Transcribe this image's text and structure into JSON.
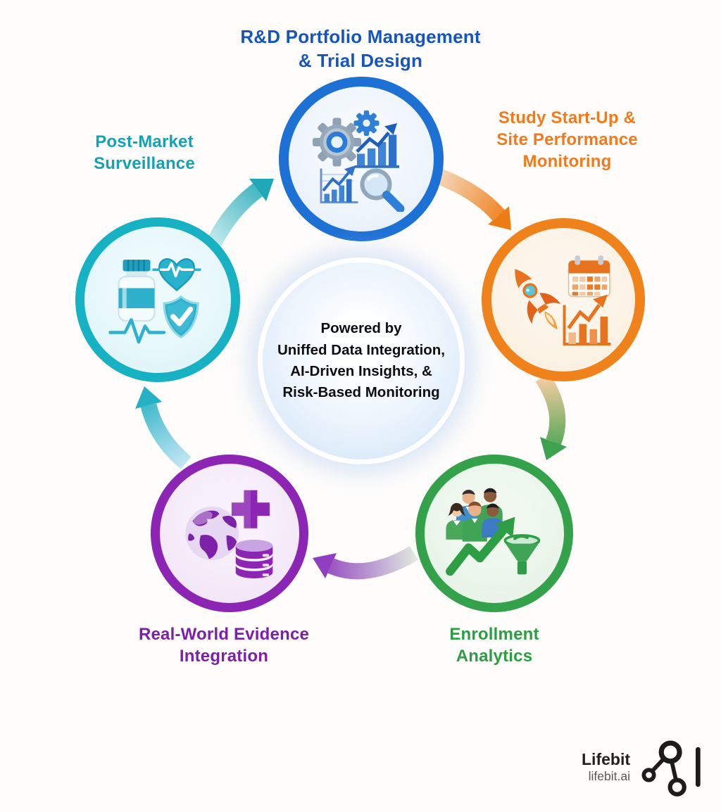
{
  "diagram": {
    "center": {
      "line1": "Powered by",
      "line2": "Uniffed Data Integration,",
      "line3": "AI-Driven Insights, &",
      "line4": "Risk-Based Monitoring"
    },
    "nodes": [
      {
        "id": "rd-portfolio-trial-design",
        "label_line1": "R&D Portfolio Management",
        "label_line2": "& Trial Design",
        "ring_color": "#1D71D5",
        "label_color": "#1455BE",
        "icon": "gears-analytics-magnifier-icon"
      },
      {
        "id": "study-startup-site-performance",
        "label_line1": "Study Start-Up &",
        "label_line2": "Site Performance",
        "label_line3": "Monitoring",
        "ring_color": "#F0821C",
        "label_color": "#F4791B",
        "icon": "rocket-calendar-chart-icon"
      },
      {
        "id": "enrollment-analytics",
        "label_line1": "Enrollment",
        "label_line2": "Analytics",
        "ring_color": "#34A14B",
        "label_color": "#2C9E42",
        "icon": "people-growth-funnel-icon"
      },
      {
        "id": "real-world-evidence-integration",
        "label_line1": "Real-World Evidence",
        "label_line2": "Integration",
        "ring_color": "#8C25B3",
        "label_color": "#7E1FA8",
        "icon": "globe-plus-database-icon"
      },
      {
        "id": "post-market-surveillance",
        "label_line1": "Post-Market",
        "label_line2": "Surveillance",
        "ring_color": "#16B1C3",
        "label_color": "#13A2B2",
        "icon": "medicine-heart-shield-icon"
      }
    ],
    "flow": [
      "rd-portfolio-trial-design",
      "study-startup-site-performance",
      "enrollment-analytics",
      "real-world-evidence-integration",
      "post-market-surveillance"
    ]
  },
  "logo": {
    "name": "Lifebit",
    "domain": "lifebit.ai",
    "icon": "network-nodes-icon",
    "text_color": "#202020",
    "domain_color": "#585858"
  }
}
